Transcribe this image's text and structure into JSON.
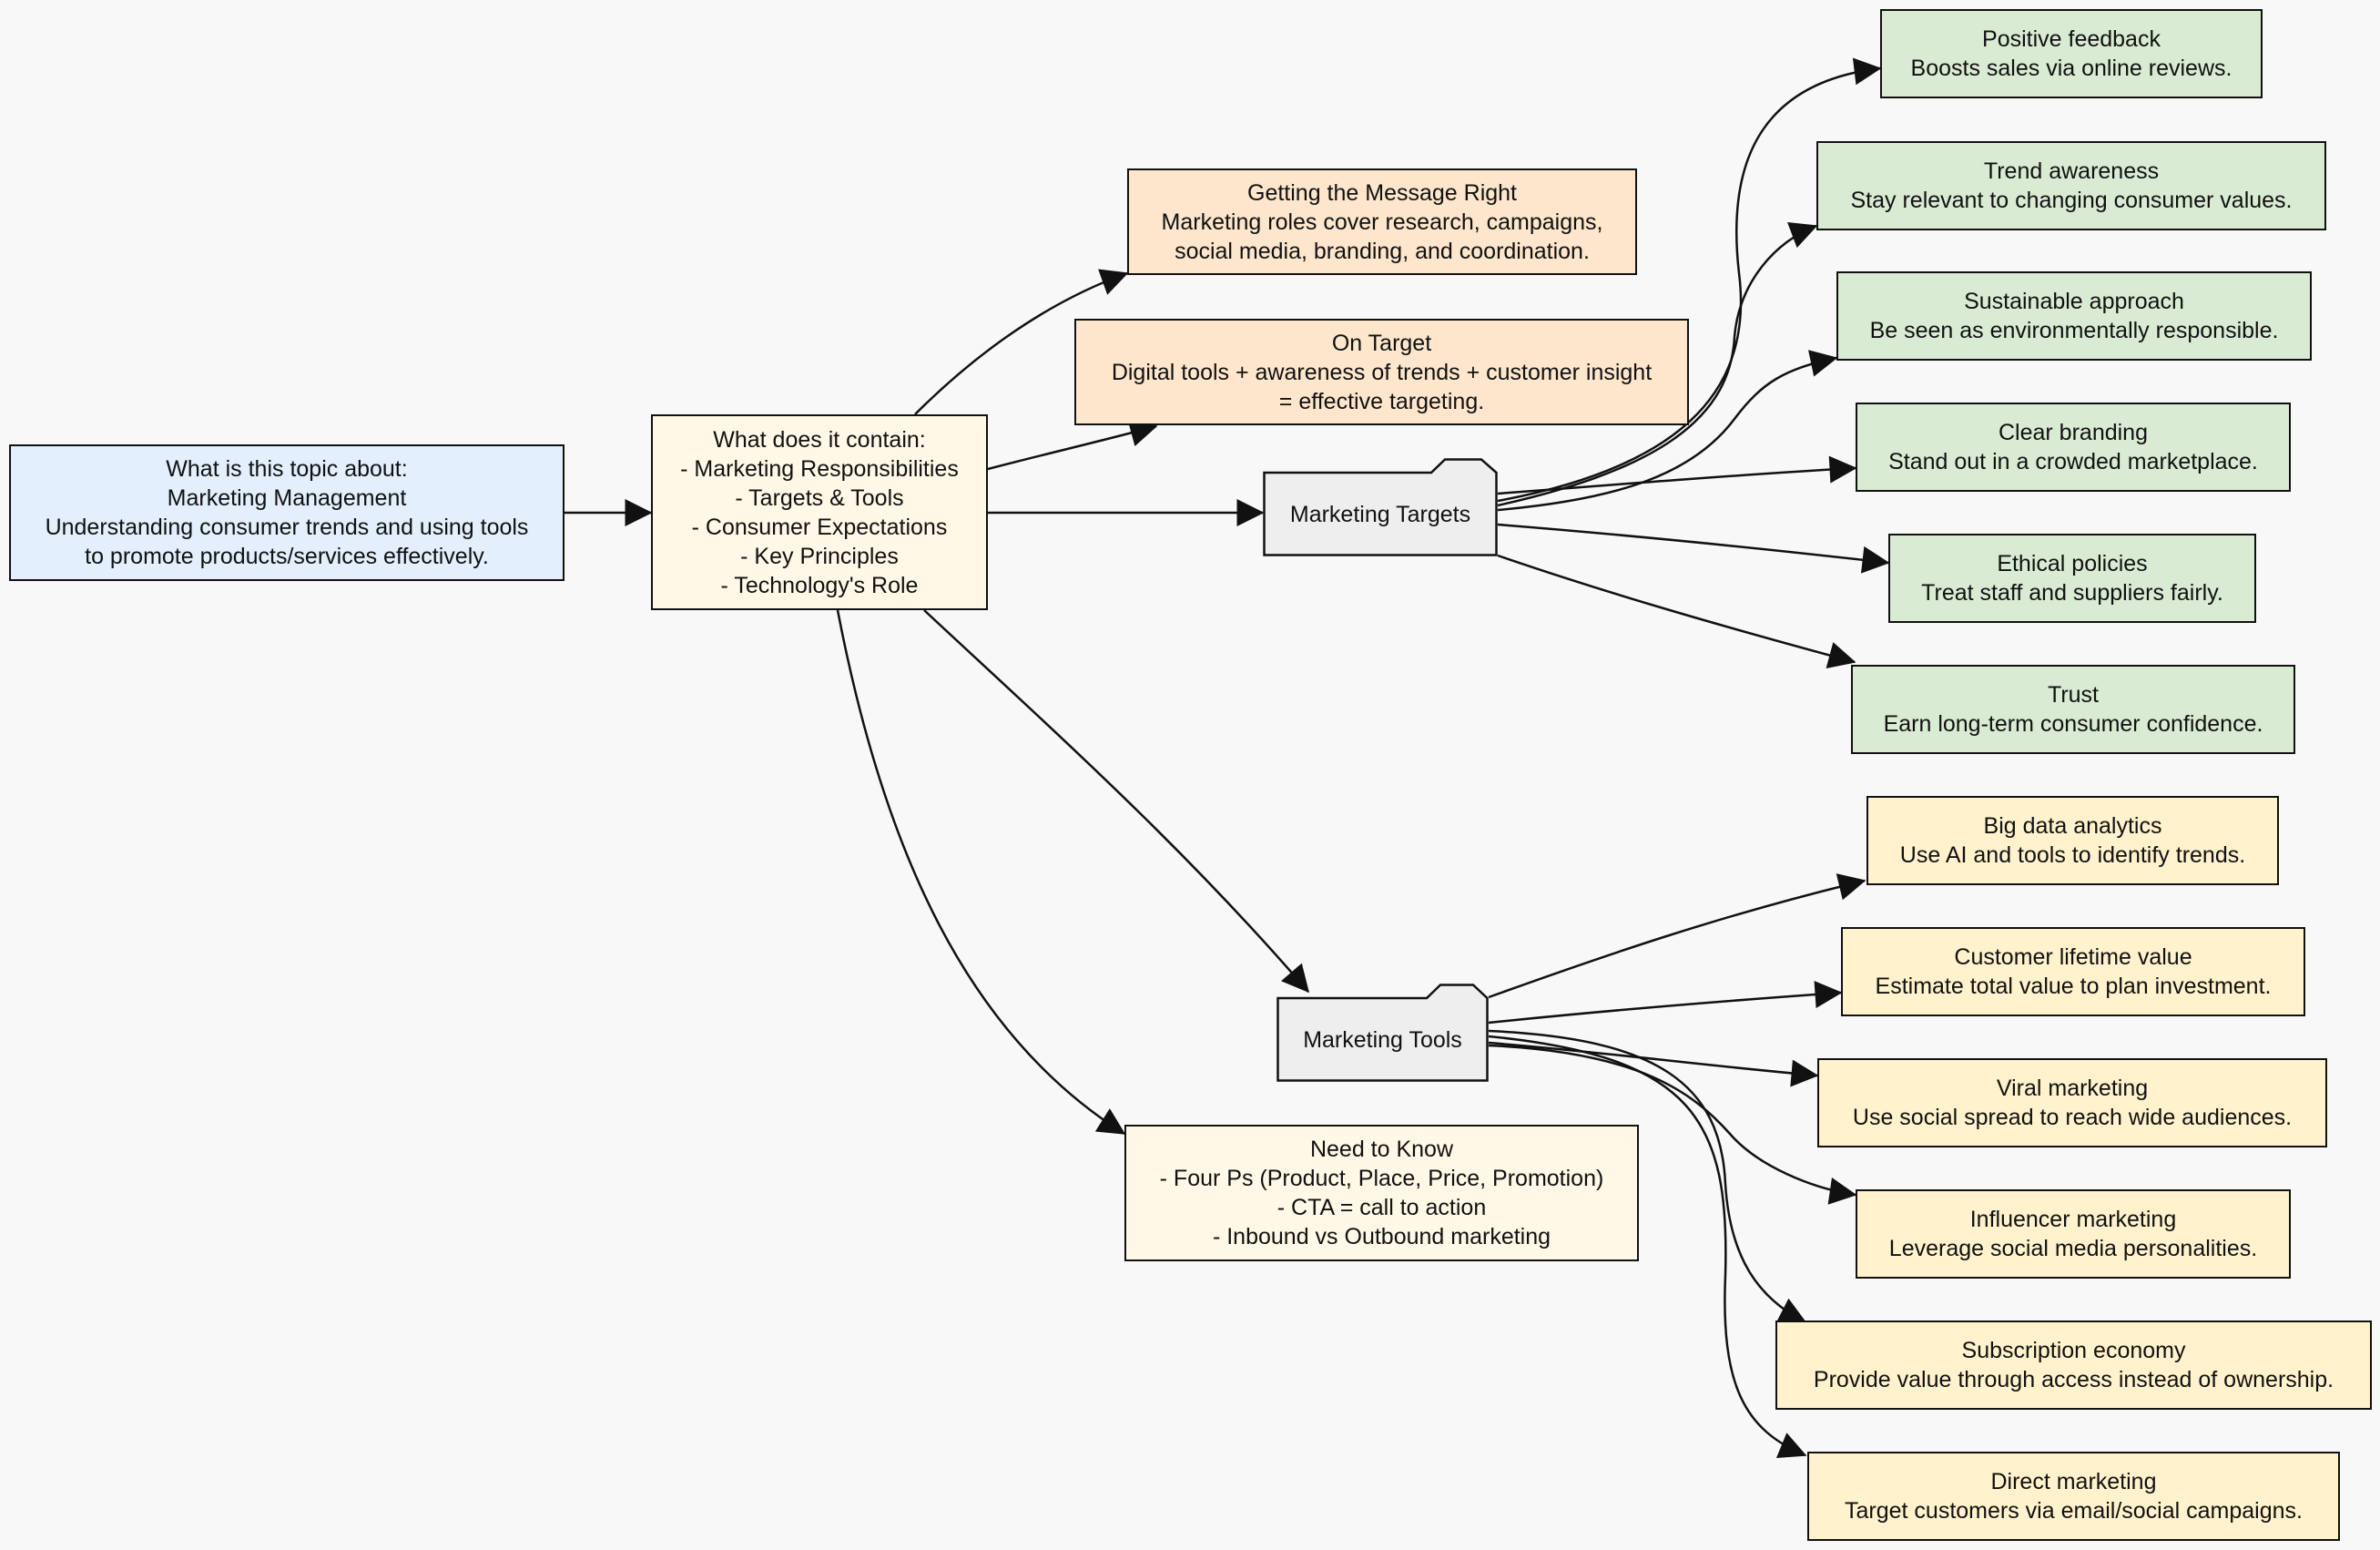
{
  "colors": {
    "background": "#f8f8f8",
    "topic": "#e3effd",
    "contents": "#fff8e6",
    "orange": "#fde6cc",
    "green": "#daebd3",
    "yellow": "#fff2cc",
    "folder": "#eeeeee",
    "stroke": "#111111"
  },
  "nodes": {
    "topic": {
      "lines": [
        "What is this topic about:",
        "Marketing Management",
        "Understanding consumer trends and using tools",
        "to promote products/services effectively."
      ]
    },
    "contents": {
      "lines": [
        "What does it contain:",
        "- Marketing Responsibilities",
        "- Targets & Tools",
        "- Consumer Expectations",
        "- Key Principles",
        "- Technology's Role"
      ]
    },
    "message": {
      "lines": [
        "Getting the Message Right",
        "Marketing roles cover research, campaigns,",
        "social media, branding, and coordination."
      ]
    },
    "on_target": {
      "lines": [
        "On Target",
        "Digital tools + awareness of trends + customer insight",
        "= effective targeting."
      ]
    },
    "targets": {
      "lines": [
        "Marketing Targets"
      ]
    },
    "tools": {
      "lines": [
        "Marketing Tools"
      ]
    },
    "need_to_know": {
      "lines": [
        "Need to Know",
        "- Four Ps (Product, Place, Price, Promotion)",
        "- CTA = call to action",
        "- Inbound vs Outbound marketing"
      ]
    },
    "positive_feedback": {
      "lines": [
        "Positive feedback",
        "Boosts sales via online reviews."
      ]
    },
    "trend_awareness": {
      "lines": [
        "Trend awareness",
        "Stay relevant to changing consumer values."
      ]
    },
    "sustainable": {
      "lines": [
        "Sustainable approach",
        "Be seen as environmentally responsible."
      ]
    },
    "branding": {
      "lines": [
        "Clear branding",
        "Stand out in a crowded marketplace."
      ]
    },
    "ethical": {
      "lines": [
        "Ethical policies",
        "Treat staff and suppliers fairly."
      ]
    },
    "trust": {
      "lines": [
        "Trust",
        "Earn long-term consumer confidence."
      ]
    },
    "big_data": {
      "lines": [
        "Big data analytics",
        "Use AI and tools to identify trends."
      ]
    },
    "clv": {
      "lines": [
        "Customer lifetime value",
        "Estimate total value to plan investment."
      ]
    },
    "viral": {
      "lines": [
        "Viral marketing",
        "Use social spread to reach wide audiences."
      ]
    },
    "influencer": {
      "lines": [
        "Influencer marketing",
        "Leverage social media personalities."
      ]
    },
    "subscription": {
      "lines": [
        "Subscription economy",
        "Provide value through access instead of ownership."
      ]
    },
    "direct": {
      "lines": [
        "Direct marketing",
        "Target customers via email/social campaigns."
      ]
    }
  }
}
